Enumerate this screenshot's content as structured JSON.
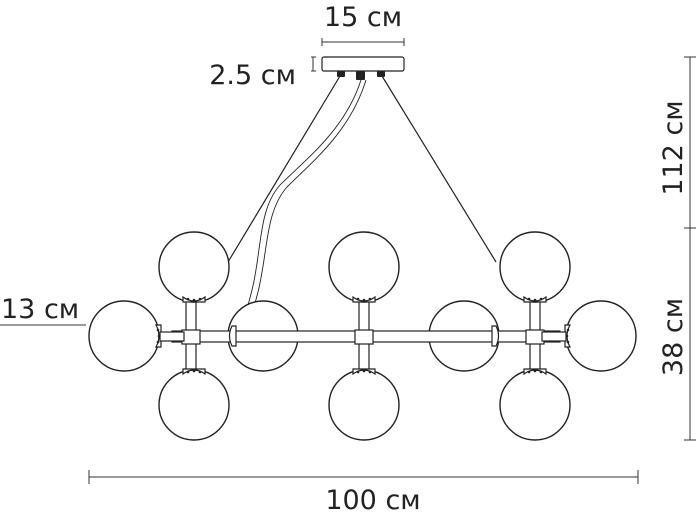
{
  "dimensions": {
    "canopy_width": "15 см",
    "canopy_height": "2.5 см",
    "suspension_height": "112 см",
    "fixture_height": "38 см",
    "globe_diameter": "13 см",
    "total_width": "100 см"
  },
  "colors": {
    "line": "#222222",
    "background": "#ffffff"
  }
}
